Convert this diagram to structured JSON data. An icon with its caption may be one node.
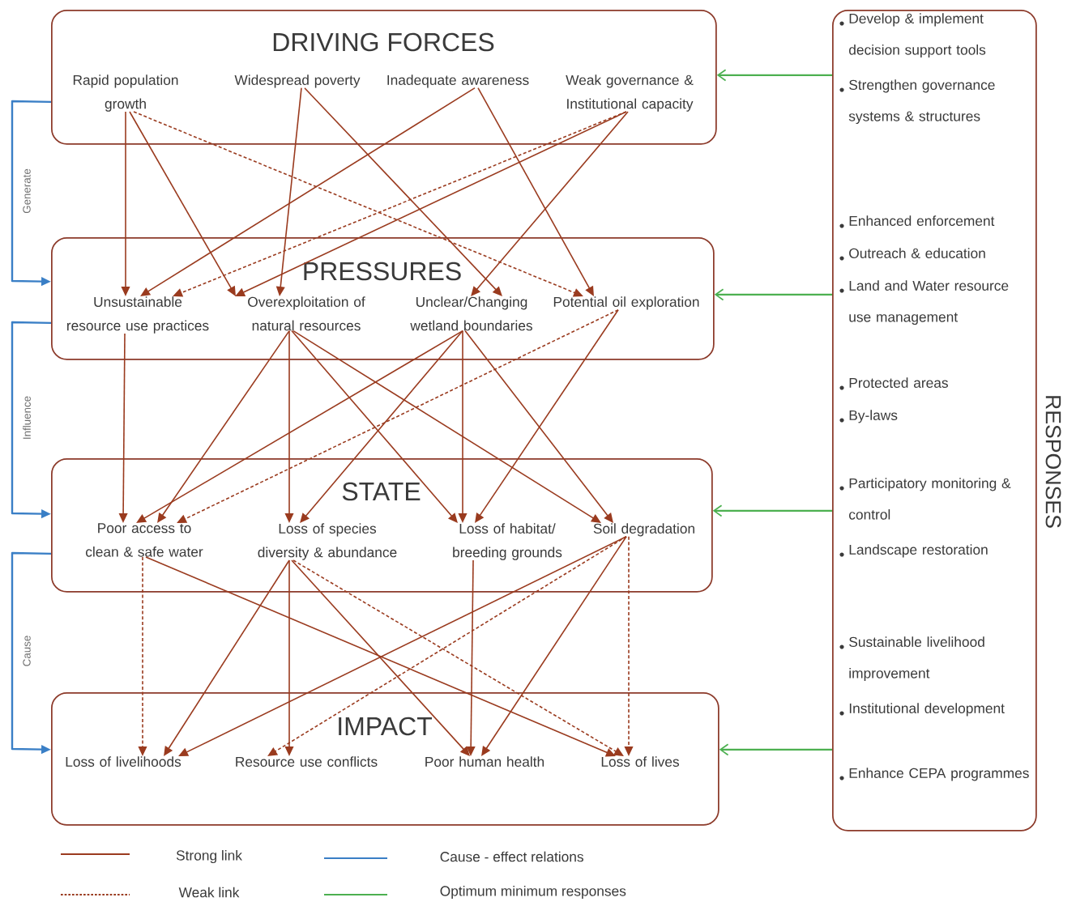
{
  "diagram": {
    "nodes": [
      {
        "text": [
          "DRIVING FORCES"
        ]
      },
      {
        "text": [
          "Rapid population growth"
        ],
        "in": 0
      },
      {
        "text": [
          "Widespread poverty"
        ],
        "in": 0
      },
      {
        "text": [
          "Inadequate awareness"
        ],
        "in": 0
      },
      {
        "text": [
          "Weak governance & Institutional capacity"
        ],
        "in": 0
      },
      {
        "text": [
          "PRESSURES"
        ]
      },
      {
        "text": [
          "Unsustainable resource use practices"
        ],
        "in": 5
      },
      {
        "text": [
          "Overexploitation of natural resources"
        ],
        "in": 5
      },
      {
        "text": [
          "Unclear/Changing wetland boundaries"
        ],
        "in": 5
      },
      {
        "text": [
          "Potential oil exploration"
        ],
        "in": 5
      },
      {
        "text": [
          "STATE"
        ]
      },
      {
        "text": [
          "Poor access to clean & safe water"
        ],
        "in": 10
      },
      {
        "text": [
          "Loss of species diversity & abundance"
        ],
        "in": 10
      },
      {
        "text": [
          "Loss of habitat/ breeding grounds"
        ],
        "in": 10
      },
      {
        "text": [
          "Soil degradation"
        ],
        "in": 10
      },
      {
        "text": [
          "IMPACT"
        ]
      },
      {
        "text": [
          "Loss of livelihoods"
        ],
        "in": 15
      },
      {
        "text": [
          "Resource use conflicts"
        ],
        "in": 15
      },
      {
        "text": [
          "Poor human health"
        ],
        "in": 15
      },
      {
        "text": [
          "Loss of lives"
        ],
        "in": 15
      },
      {
        "text": [
          "RESPONSES",
          "Develop & implement decision support tools",
          "Strengthen governance systems & structures",
          "Enhanced enforcement",
          "Outreach & education",
          "Land and Water resource use management",
          "Protected areas",
          "By-laws",
          "Participatory monitoring & control",
          "Landscape restoration",
          "Sustainable livelihood improvement",
          "Institutional development",
          "Enhance CEPA programmes"
        ]
      }
    ],
    "edges": [
      {
        "from": 1,
        "to": 6,
        "arrow": "to"
      },
      {
        "from": 1,
        "to": 7,
        "arrow": "to"
      },
      {
        "from": 1,
        "to": 9,
        "arrow": "to",
        "style": "dashed"
      },
      {
        "from": 2,
        "to": 7,
        "arrow": "to"
      },
      {
        "from": 2,
        "to": 8,
        "arrow": "to"
      },
      {
        "from": 3,
        "to": 6,
        "arrow": "to"
      },
      {
        "from": 3,
        "to": 9,
        "arrow": "to"
      },
      {
        "from": 4,
        "to": 6,
        "arrow": "to",
        "style": "dashed"
      },
      {
        "from": 4,
        "to": 7,
        "arrow": "to"
      },
      {
        "from": 4,
        "to": 8,
        "arrow": "to"
      },
      {
        "from": 6,
        "to": 11,
        "arrow": "to"
      },
      {
        "from": 7,
        "to": 11,
        "arrow": "to"
      },
      {
        "from": 7,
        "to": 12,
        "arrow": "to"
      },
      {
        "from": 7,
        "to": 13,
        "arrow": "to"
      },
      {
        "from": 7,
        "to": 14,
        "arrow": "to"
      },
      {
        "from": 8,
        "to": 11,
        "arrow": "to"
      },
      {
        "from": 8,
        "to": 12,
        "arrow": "to"
      },
      {
        "from": 8,
        "to": 13,
        "arrow": "to"
      },
      {
        "from": 8,
        "to": 14,
        "arrow": "to"
      },
      {
        "from": 9,
        "to": 11,
        "arrow": "to",
        "style": "dashed"
      },
      {
        "from": 9,
        "to": 13,
        "arrow": "to"
      },
      {
        "from": 11,
        "to": 16,
        "arrow": "to",
        "style": "dashed"
      },
      {
        "from": 11,
        "to": 19,
        "arrow": "to"
      },
      {
        "from": 12,
        "to": 16,
        "arrow": "to"
      },
      {
        "from": 12,
        "to": 17,
        "arrow": "to"
      },
      {
        "from": 12,
        "to": 18,
        "arrow": "to"
      },
      {
        "from": 12,
        "to": 19,
        "arrow": "to",
        "style": "dashed"
      },
      {
        "from": 13,
        "to": 18,
        "arrow": "to"
      },
      {
        "from": 14,
        "to": 16,
        "arrow": "to"
      },
      {
        "from": 14,
        "to": 17,
        "arrow": "to",
        "style": "dashed"
      },
      {
        "from": 14,
        "to": 18,
        "arrow": "to"
      },
      {
        "from": 14,
        "to": 19,
        "arrow": "to",
        "style": "dashed"
      },
      {
        "from": 0,
        "to": 5,
        "arrow": "to",
        "label": "Generate",
        "color": "#3a7fc6"
      },
      {
        "from": 5,
        "to": 10,
        "arrow": "to",
        "label": "Influence",
        "color": "#3a7fc6"
      },
      {
        "from": 10,
        "to": 15,
        "arrow": "to",
        "label": "Cause",
        "color": "#3a7fc6"
      },
      {
        "from": 20,
        "to": 0,
        "arrow": "to",
        "color": "#4cb050"
      },
      {
        "from": 20,
        "to": 5,
        "arrow": "to",
        "color": "#4cb050"
      },
      {
        "from": 20,
        "to": 10,
        "arrow": "to",
        "color": "#4cb050"
      },
      {
        "from": 20,
        "to": 15,
        "arrow": "to",
        "color": "#4cb050"
      }
    ],
    "legend": [
      {
        "text": "Strong link"
      },
      {
        "text": "Cause - effect relations"
      },
      {
        "text": "Weak link"
      },
      {
        "text": "Optimum minimum responses"
      }
    ]
  }
}
